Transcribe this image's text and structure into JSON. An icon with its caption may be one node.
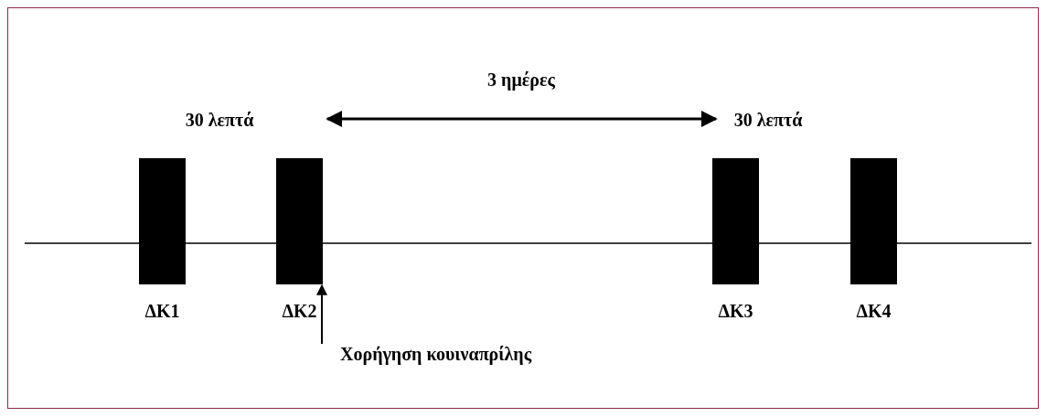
{
  "diagram": {
    "nodes": [
      {
        "text": [
          "ΔΚ1"
        ]
      },
      {
        "text": [
          "ΔΚ2"
        ]
      },
      {
        "text": [
          "ΔΚ3"
        ]
      },
      {
        "text": [
          "ΔΚ4"
        ]
      },
      {
        "text": [
          "Χορήγηση κουιναπρίλης"
        ]
      }
    ],
    "edges": [
      {
        "from": 4,
        "to": 1,
        "arrow": "to"
      }
    ],
    "labels": [
      "3 ημέρες",
      "30 λεπτά",
      "30 λεπτά"
    ]
  }
}
